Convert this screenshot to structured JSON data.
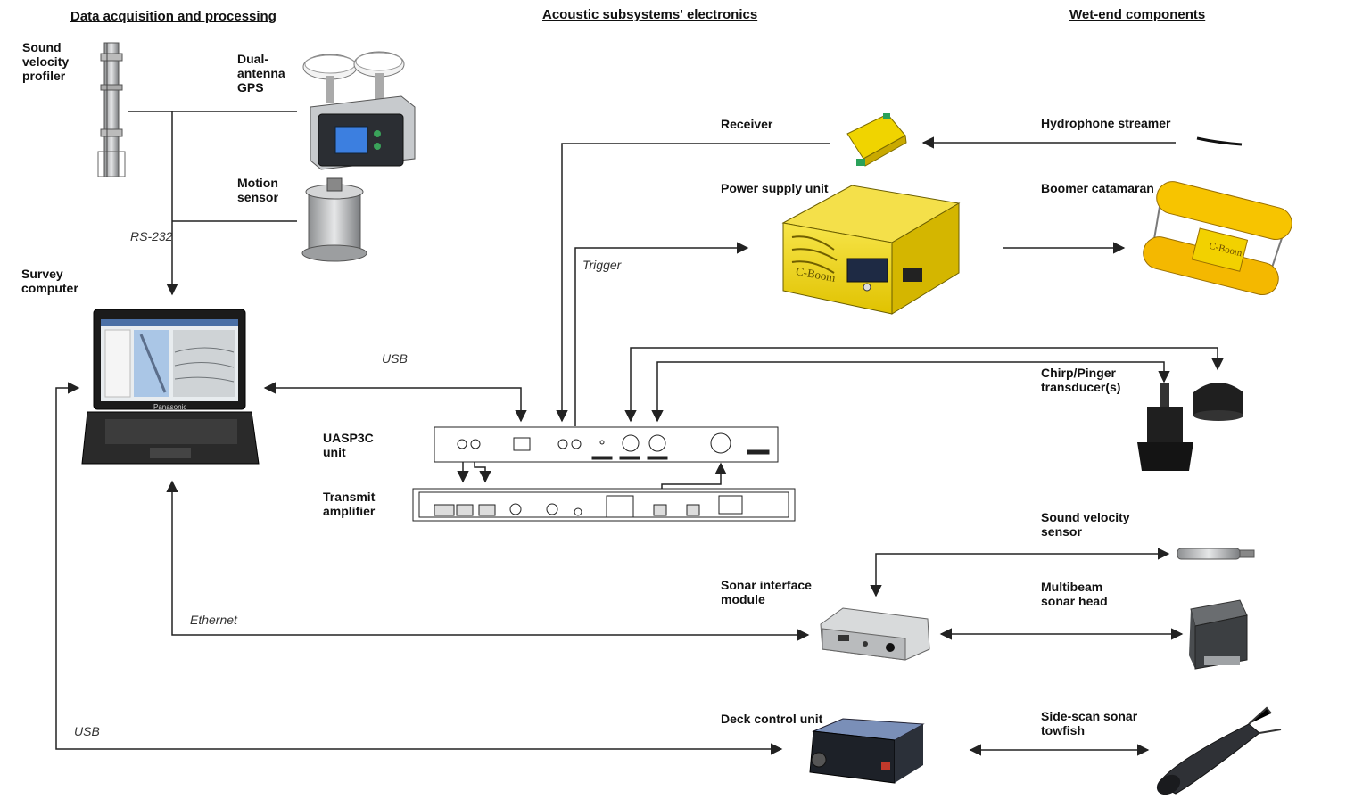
{
  "headers": {
    "acquisition": "Data acquisition and processing",
    "acoustic": "Acoustic subsystems' electronics",
    "wetend": "Wet-end components"
  },
  "labels": {
    "sound_velocity_profiler": "Sound\nvelocity\nprofiler",
    "dual_antenna_gps": "Dual-\nantenna\nGPS",
    "motion_sensor": "Motion\nsensor",
    "survey_computer": "Survey\ncomputer",
    "receiver": "Receiver",
    "hydrophone_streamer": "Hydrophone streamer",
    "power_supply_unit": "Power supply unit",
    "boomer_catamaran": "Boomer catamaran",
    "chirp_pinger": "Chirp/Pinger\ntransducer(s)",
    "uasp3c_unit": "UASP3C\nunit",
    "transmit_amplifier": "Transmit\namplifier",
    "sound_velocity_sensor": "Sound velocity\nsensor",
    "sonar_interface_module": "Sonar interface\nmodule",
    "multibeam_sonar_head": "Multibeam\nsonar head",
    "deck_control_unit": "Deck control unit",
    "side_scan_towfish": "Side-scan sonar\ntowfish"
  },
  "connections": {
    "rs232": "RS-232",
    "usb_top": "USB",
    "trigger": "Trigger",
    "ethernet": "Ethernet",
    "usb_bottom": "USB"
  },
  "branding": {
    "cboom": "C-Boom",
    "laptop": "Panasonic"
  },
  "colors": {
    "line": "#222222",
    "yellow": "#f2d600",
    "yellow_dark": "#c9a800",
    "black": "#1a1a1a",
    "gray": "#9aa0a6"
  }
}
